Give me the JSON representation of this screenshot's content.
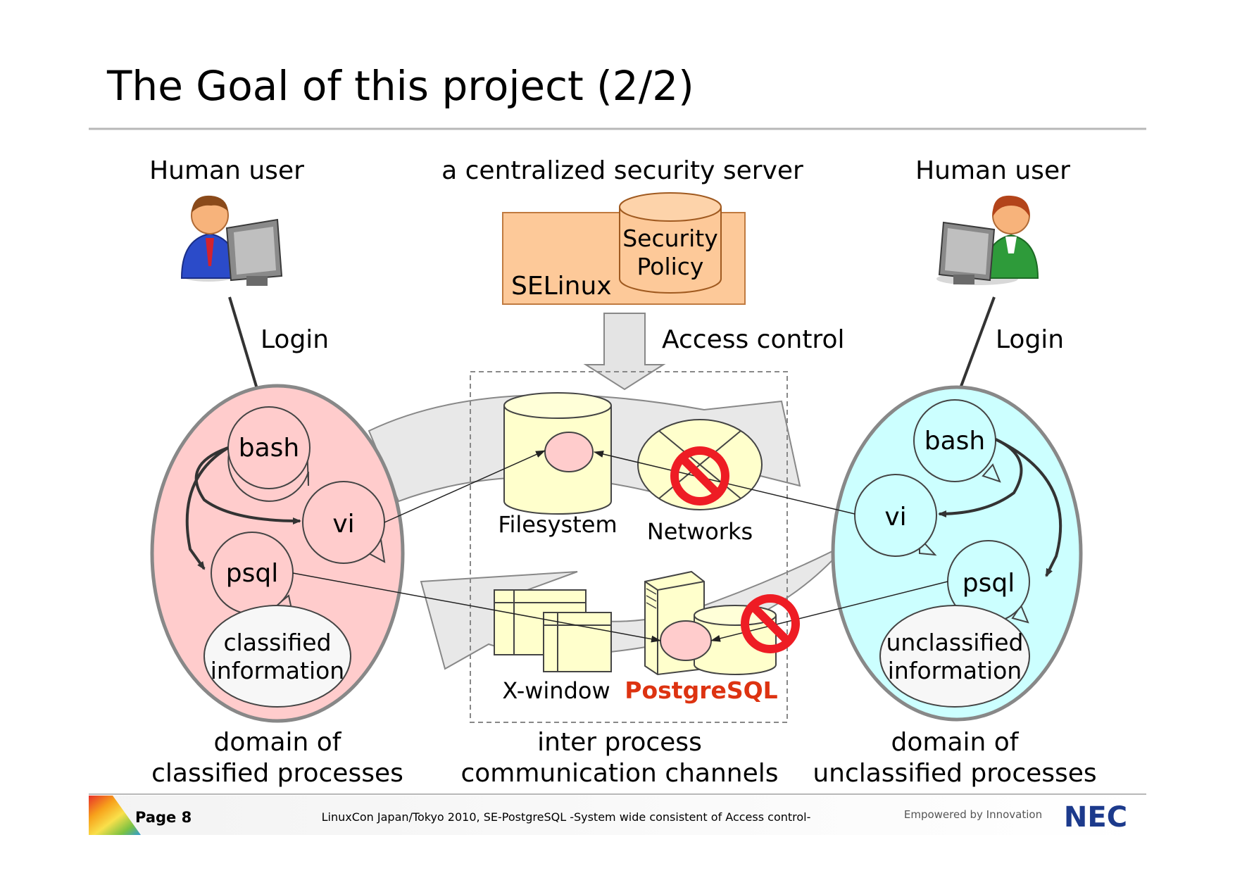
{
  "title": "The Goal of this project (2/2)",
  "left_user_label": "Human user",
  "right_user_label": "Human user",
  "server_label": "a centralized security server",
  "selinux_label": "SELinux",
  "policy_line1": "Security",
  "policy_line2": "Policy",
  "access_control_label": "Access control",
  "login_left": "Login",
  "login_right": "Login",
  "left_domain": {
    "bash": "bash",
    "vi": "vi",
    "psql": "psql",
    "info_line1": "classified",
    "info_line2": "information",
    "caption_line1": "domain of",
    "caption_line2": "classified processes"
  },
  "right_domain": {
    "bash": "bash",
    "vi": "vi",
    "psql": "psql",
    "info_line1": "unclassified",
    "info_line2": "information",
    "caption_line1": "domain of",
    "caption_line2": "unclassified processes"
  },
  "ipc": {
    "filesystem": "Filesystem",
    "networks": "Networks",
    "xwindow": "X-window",
    "postgresql": "PostgreSQL",
    "caption_line1": "inter process",
    "caption_line2": "communication channels"
  },
  "footer": {
    "page": "Page 8",
    "center": "LinuxCon Japan/Tokyo 2010, SE-PostgreSQL -System wide consistent of Access control-",
    "tagline": "Empowered by Innovation",
    "logo": "NEC"
  },
  "colors": {
    "classified_domain": "#ffcccc",
    "unclassified_domain": "#ccffff",
    "server_box": "#fdc999",
    "storage": "#ffffcc",
    "postgresql_text": "#dd3311",
    "prohibit_sign": "#ee1c24",
    "nec_logo": "#1c3a8c"
  },
  "icons": [
    "user-at-computer-icon",
    "prohibited-icon",
    "database-icon",
    "server-icon",
    "window-stack-icon"
  ]
}
